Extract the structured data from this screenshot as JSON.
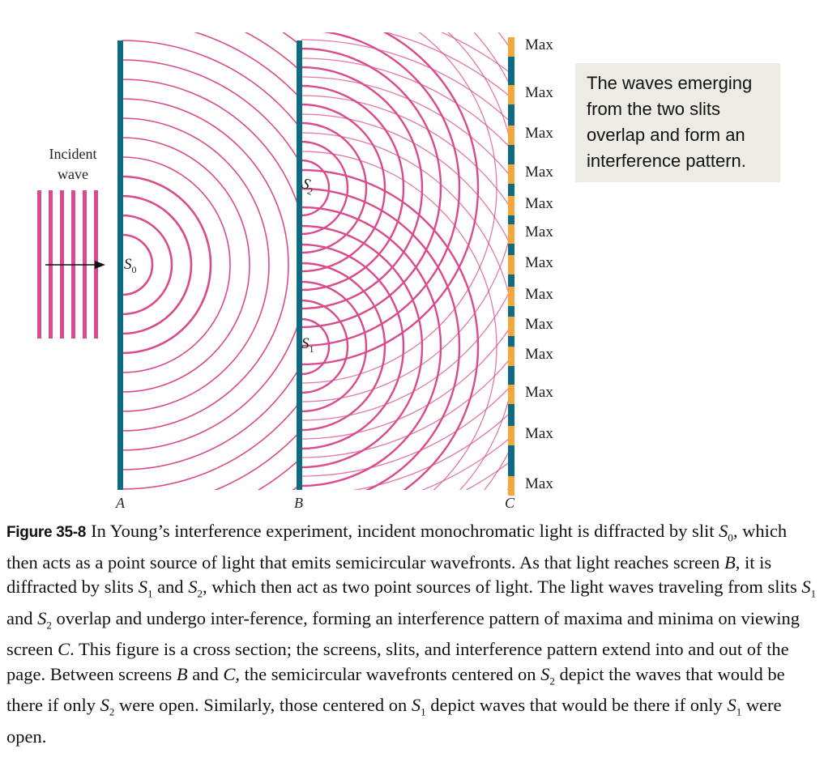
{
  "figure": {
    "incident_label_line1": "Incident",
    "incident_label_line2": "wave",
    "screen_labels": [
      "A",
      "B",
      "C"
    ],
    "slit_labels": {
      "s0": "S",
      "s0_sub": "0",
      "s1": "S",
      "s1_sub": "1",
      "s2": "S",
      "s2_sub": "2"
    },
    "max_label": "Max",
    "max_labels": [
      "Max",
      "Max",
      "Max",
      "Max",
      "Max",
      "Max",
      "Max",
      "Max",
      "Max",
      "Max",
      "Max",
      "Max",
      "Max"
    ],
    "colors": {
      "wave": "#d94b8c",
      "screen": "#0e6b84",
      "bright": "#f4a83c",
      "note_bg": "#ecece4"
    }
  },
  "note": {
    "text": "The waves emerging from the two slits overlap and form an interference pattern."
  },
  "caption": {
    "label": "Figure 35-8",
    "parts": [
      "In Young’s interference experiment, incident monochromatic light is diffracted by slit ",
      "S",
      "0",
      ", which then acts as a point source of light that emits semicircular wavefronts. As that light reaches screen ",
      "B",
      ", it is diffracted by slits ",
      "S",
      "1",
      " and ",
      "S",
      "2",
      ", which then act as two point sources of light. The light waves traveling from slits ",
      "S",
      "1",
      " and ",
      "S",
      "2",
      " overlap and undergo inter-ference, forming an interference pattern of maxima and minima on viewing screen ",
      "C",
      ". This figure is a cross section; the screens, slits, and interference pattern extend into and out of the page. Between screens ",
      "B",
      " and ",
      "C",
      ", the semicircular wavefronts centered on ",
      "S",
      "2",
      " depict the waves that would be there if only ",
      "S",
      "2",
      " were open. Similarly, those centered on ",
      "S",
      "1",
      " depict waves that would be there if only ",
      "S",
      "1",
      " were open."
    ]
  }
}
